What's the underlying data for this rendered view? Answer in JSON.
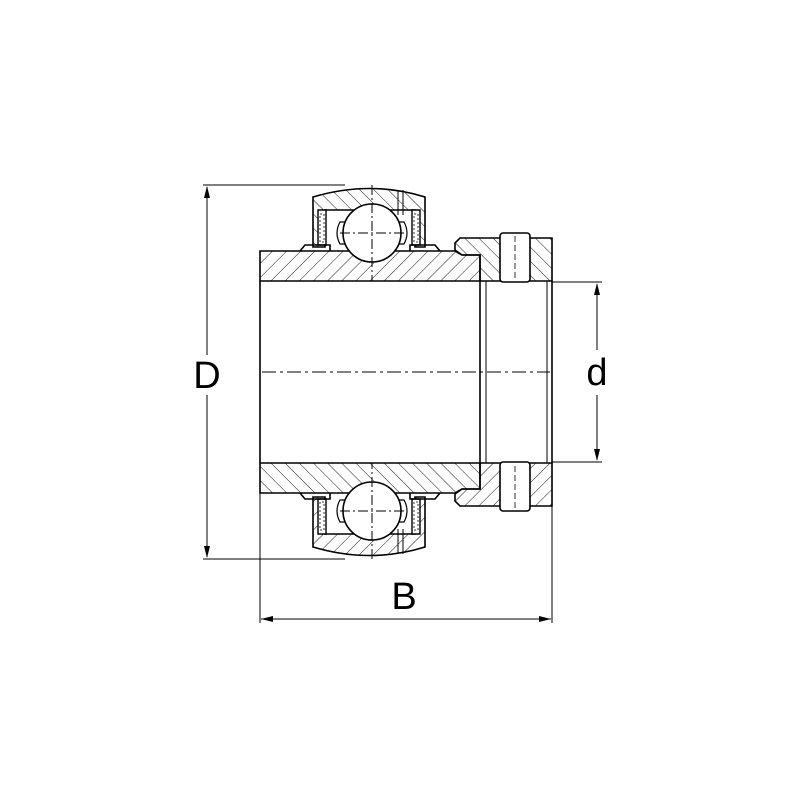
{
  "drawing": {
    "dimensions": {
      "outer_diameter_label": "D",
      "bore_diameter_label": "d",
      "width_label": "B"
    },
    "colors": {
      "line": "#000000",
      "background": "#ffffff"
    }
  }
}
